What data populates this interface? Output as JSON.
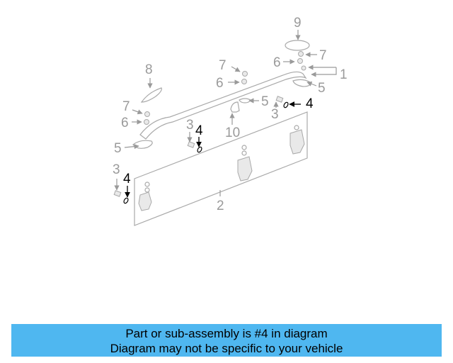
{
  "callouts": {
    "c1": "1",
    "c2": "2",
    "c3": "3",
    "c4": "4",
    "c5": "5",
    "c6": "6",
    "c7": "7",
    "c8": "8",
    "c9": "9",
    "c10": "10"
  },
  "caption": {
    "line1": "Part or sub-assembly is #4 in diagram",
    "line2": "Diagram may not be specific to your vehicle"
  },
  "colors": {
    "caption_background": "#4fb7f0",
    "callout_gray": "#9a9a9a",
    "highlight_black": "#000000"
  }
}
